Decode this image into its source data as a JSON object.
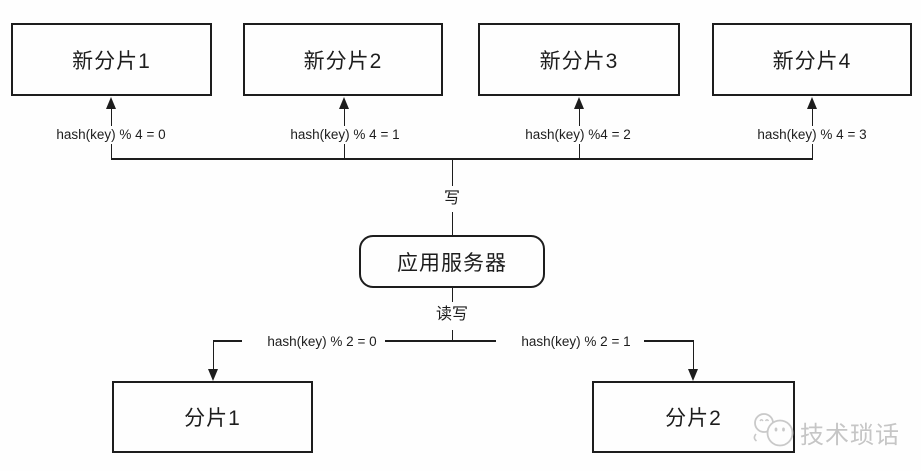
{
  "diagram": {
    "top_shards": [
      {
        "label": "新分片1",
        "hash": "hash(key) % 4 = 0"
      },
      {
        "label": "新分片2",
        "hash": "hash(key) % 4 = 1"
      },
      {
        "label": "新分片3",
        "hash": "hash(key) %4 = 2"
      },
      {
        "label": "新分片4",
        "hash": "hash(key) % 4 = 3"
      }
    ],
    "server": {
      "label": "应用服务器"
    },
    "write_label": "写",
    "read_write_label": "读写",
    "bottom_shards": [
      {
        "label": "分片1",
        "hash": "hash(key) % 2 = 0"
      },
      {
        "label": "分片2",
        "hash": "hash(key) % 2 = 1"
      }
    ],
    "watermark": {
      "text": "技术琐话"
    },
    "colors": {
      "line": "#1d1d1d",
      "watermark": "#c6c6c6",
      "background": "#fefefe"
    }
  }
}
